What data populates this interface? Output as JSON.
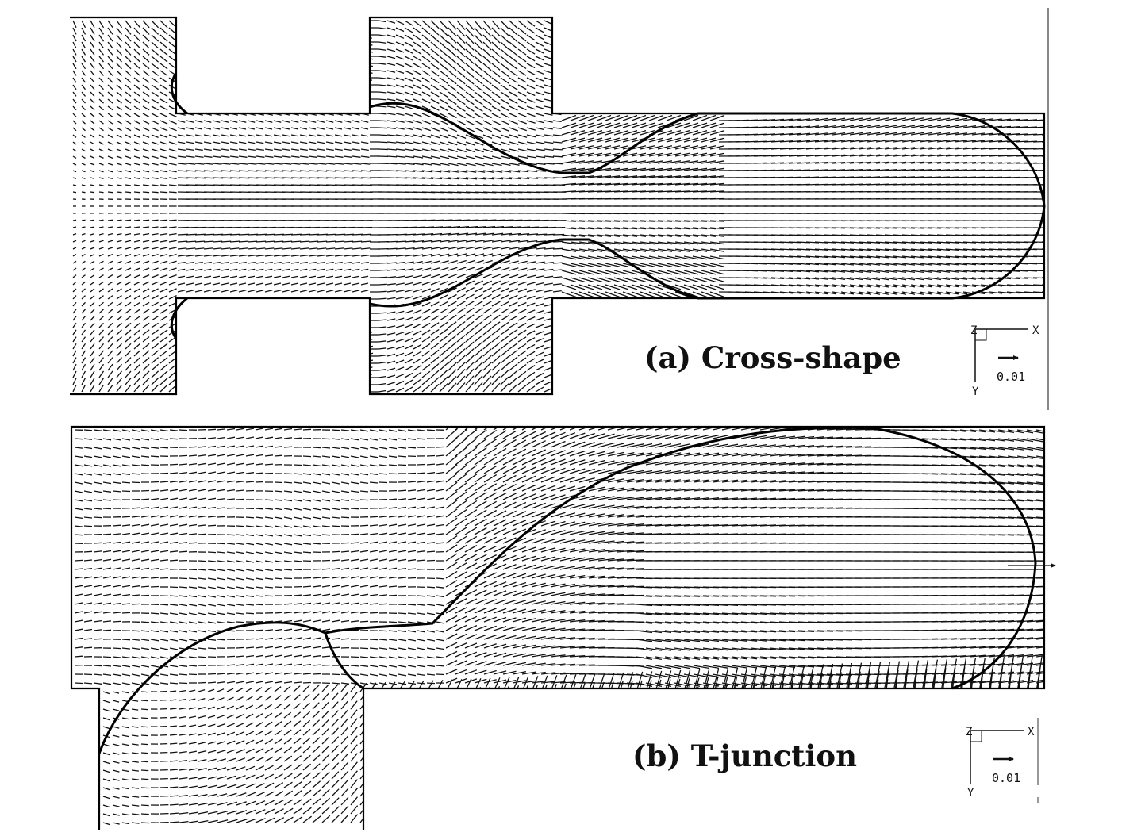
{
  "panels": [
    {
      "id": "a",
      "caption": "(a) Cross-shape",
      "axis": {
        "z": "Z",
        "x": "X",
        "y": "Y"
      },
      "scale_label": "0.01"
    },
    {
      "id": "b",
      "caption": "(b) T-junction",
      "axis": {
        "z": "Z",
        "x": "X",
        "y": "Y"
      },
      "scale_label": "0.01"
    }
  ],
  "colors": {
    "line": "#000000",
    "background": "#ffffff"
  }
}
